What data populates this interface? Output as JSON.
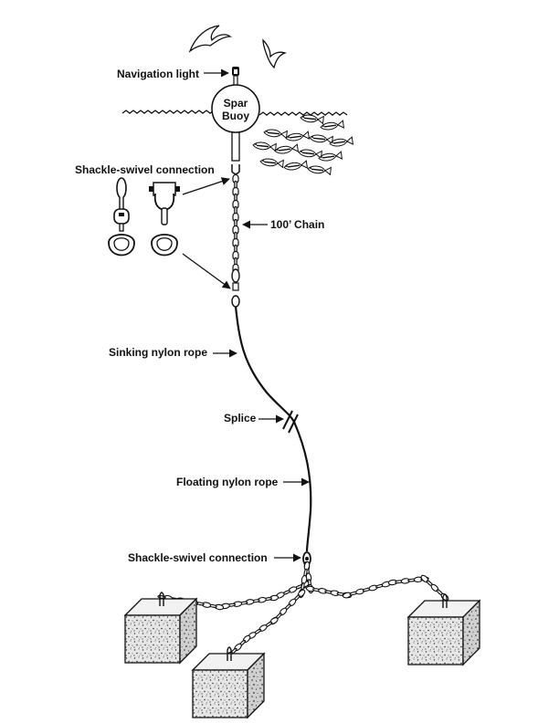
{
  "labels": {
    "navigation_light": "Navigation light",
    "spar_buoy_line1": "Spar",
    "spar_buoy_line2": "Buoy",
    "shackle_swivel_top": "Shackle-swivel connection",
    "chain": "100’ Chain",
    "sinking_rope": "Sinking nylon rope",
    "splice": "Splice",
    "floating_rope": "Floating nylon rope",
    "shackle_swivel_bottom": "Shackle-swivel connection"
  },
  "colors": {
    "ink": "#111111",
    "background": "#ffffff",
    "block_face": "#e6e6e6",
    "block_side": "#cfcfcf",
    "block_top": "#f2f2f2",
    "stipple": "#333333"
  },
  "icons": [
    "seagull-icon",
    "fish-school-icon",
    "shackle-icon",
    "swivel-icon",
    "concrete-block-icon"
  ]
}
